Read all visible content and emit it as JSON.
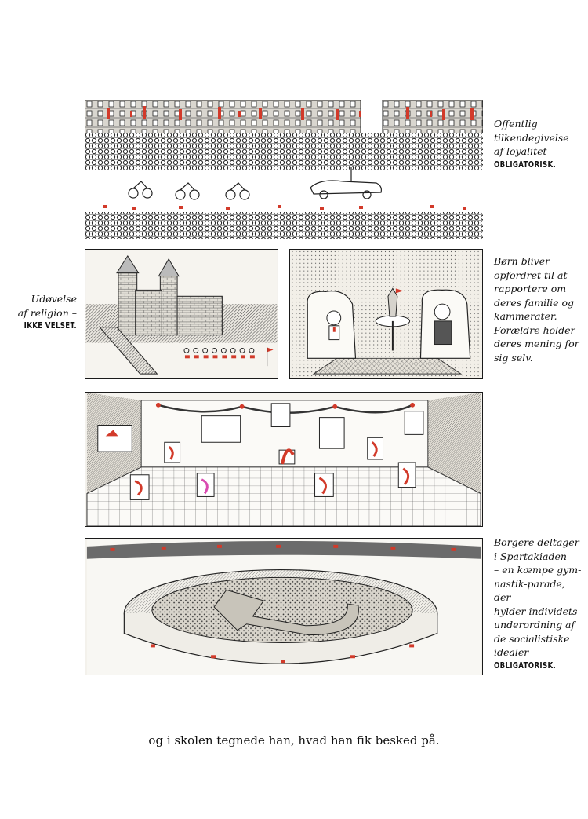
{
  "captions": {
    "loyalty": {
      "lines": [
        "Offentlig",
        "tilkendegivelse",
        "af loyalitet –"
      ],
      "strong": "OBLIGATORISK"
    },
    "religion": {
      "lines": [
        "Udøvelse",
        "af religion –"
      ],
      "strong": "IKKE VELSET."
    },
    "children": {
      "lines": [
        "Børn bliver",
        "opfordret til at",
        "rapportere om",
        "deres familie og",
        "kammerater.",
        "Forældre holder",
        "deres mening for",
        "sig selv."
      ]
    },
    "spartakiad": {
      "lines": [
        "Borgere deltager",
        "i Spartakiaden",
        "– en kæmpe gym-",
        "nastik-parade, der",
        "hylder individets",
        "underordning af",
        "de socialistiske",
        "idealer –"
      ],
      "strong": "OBLIGATORISK"
    }
  },
  "bottom_text": "og i skolen tegnede han, hvad han fik besked på.",
  "colors": {
    "accent_red": "#d23a2a",
    "ink": "#1a1a1a",
    "paper": "#ffffff"
  }
}
